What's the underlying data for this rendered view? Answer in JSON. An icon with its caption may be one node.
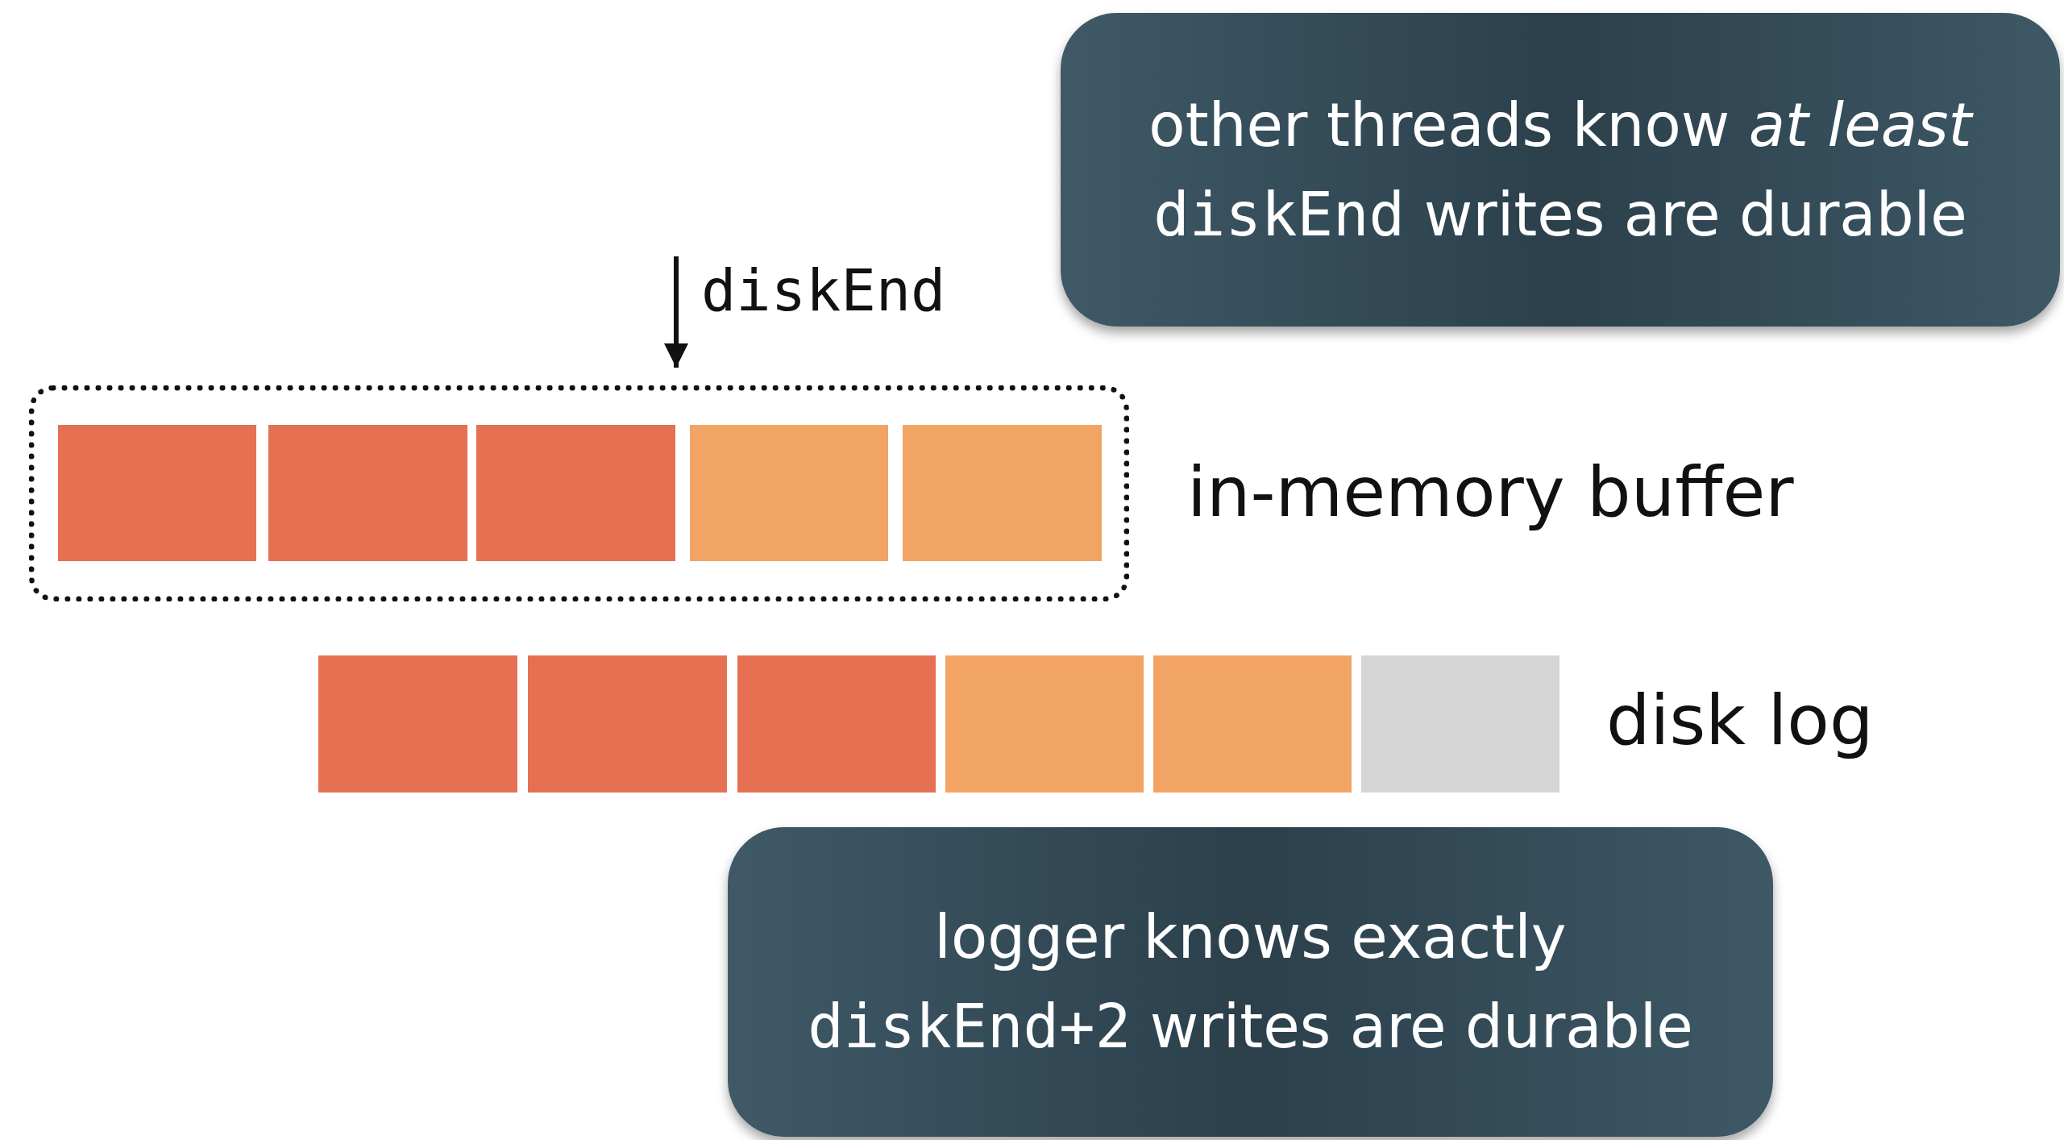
{
  "diagram": {
    "nodes": [
      {
        "text": [
          "other threads know *at least*",
          "diskEnd",
          "writes are durable"
        ]
      },
      {
        "text": [
          "diskEnd"
        ]
      },
      {
        "text": [],
        "shape": "box",
        "beside": [
          "in-memory buffer"
        ]
      },
      {
        "text": [],
        "shape": "box",
        "in": 2
      },
      {
        "text": [],
        "shape": "box",
        "in": 2
      },
      {
        "text": [],
        "shape": "box",
        "in": 2
      },
      {
        "text": [],
        "shape": "box",
        "in": 2
      },
      {
        "text": [],
        "shape": "box",
        "in": 2
      },
      {
        "text": [],
        "shape": "box"
      },
      {
        "text": [],
        "shape": "box"
      },
      {
        "text": [],
        "shape": "box"
      },
      {
        "text": [],
        "shape": "box"
      },
      {
        "text": [],
        "shape": "box"
      },
      {
        "text": [],
        "shape": "box"
      },
      {
        "text": [
          "logger knows exactly",
          "diskEnd+2",
          "writes are durable"
        ]
      }
    ],
    "edges": [
      {
        "from": 1,
        "to": 2,
        "arrow": "to"
      }
    ],
    "labels": [
      "disk log"
    ]
  }
}
